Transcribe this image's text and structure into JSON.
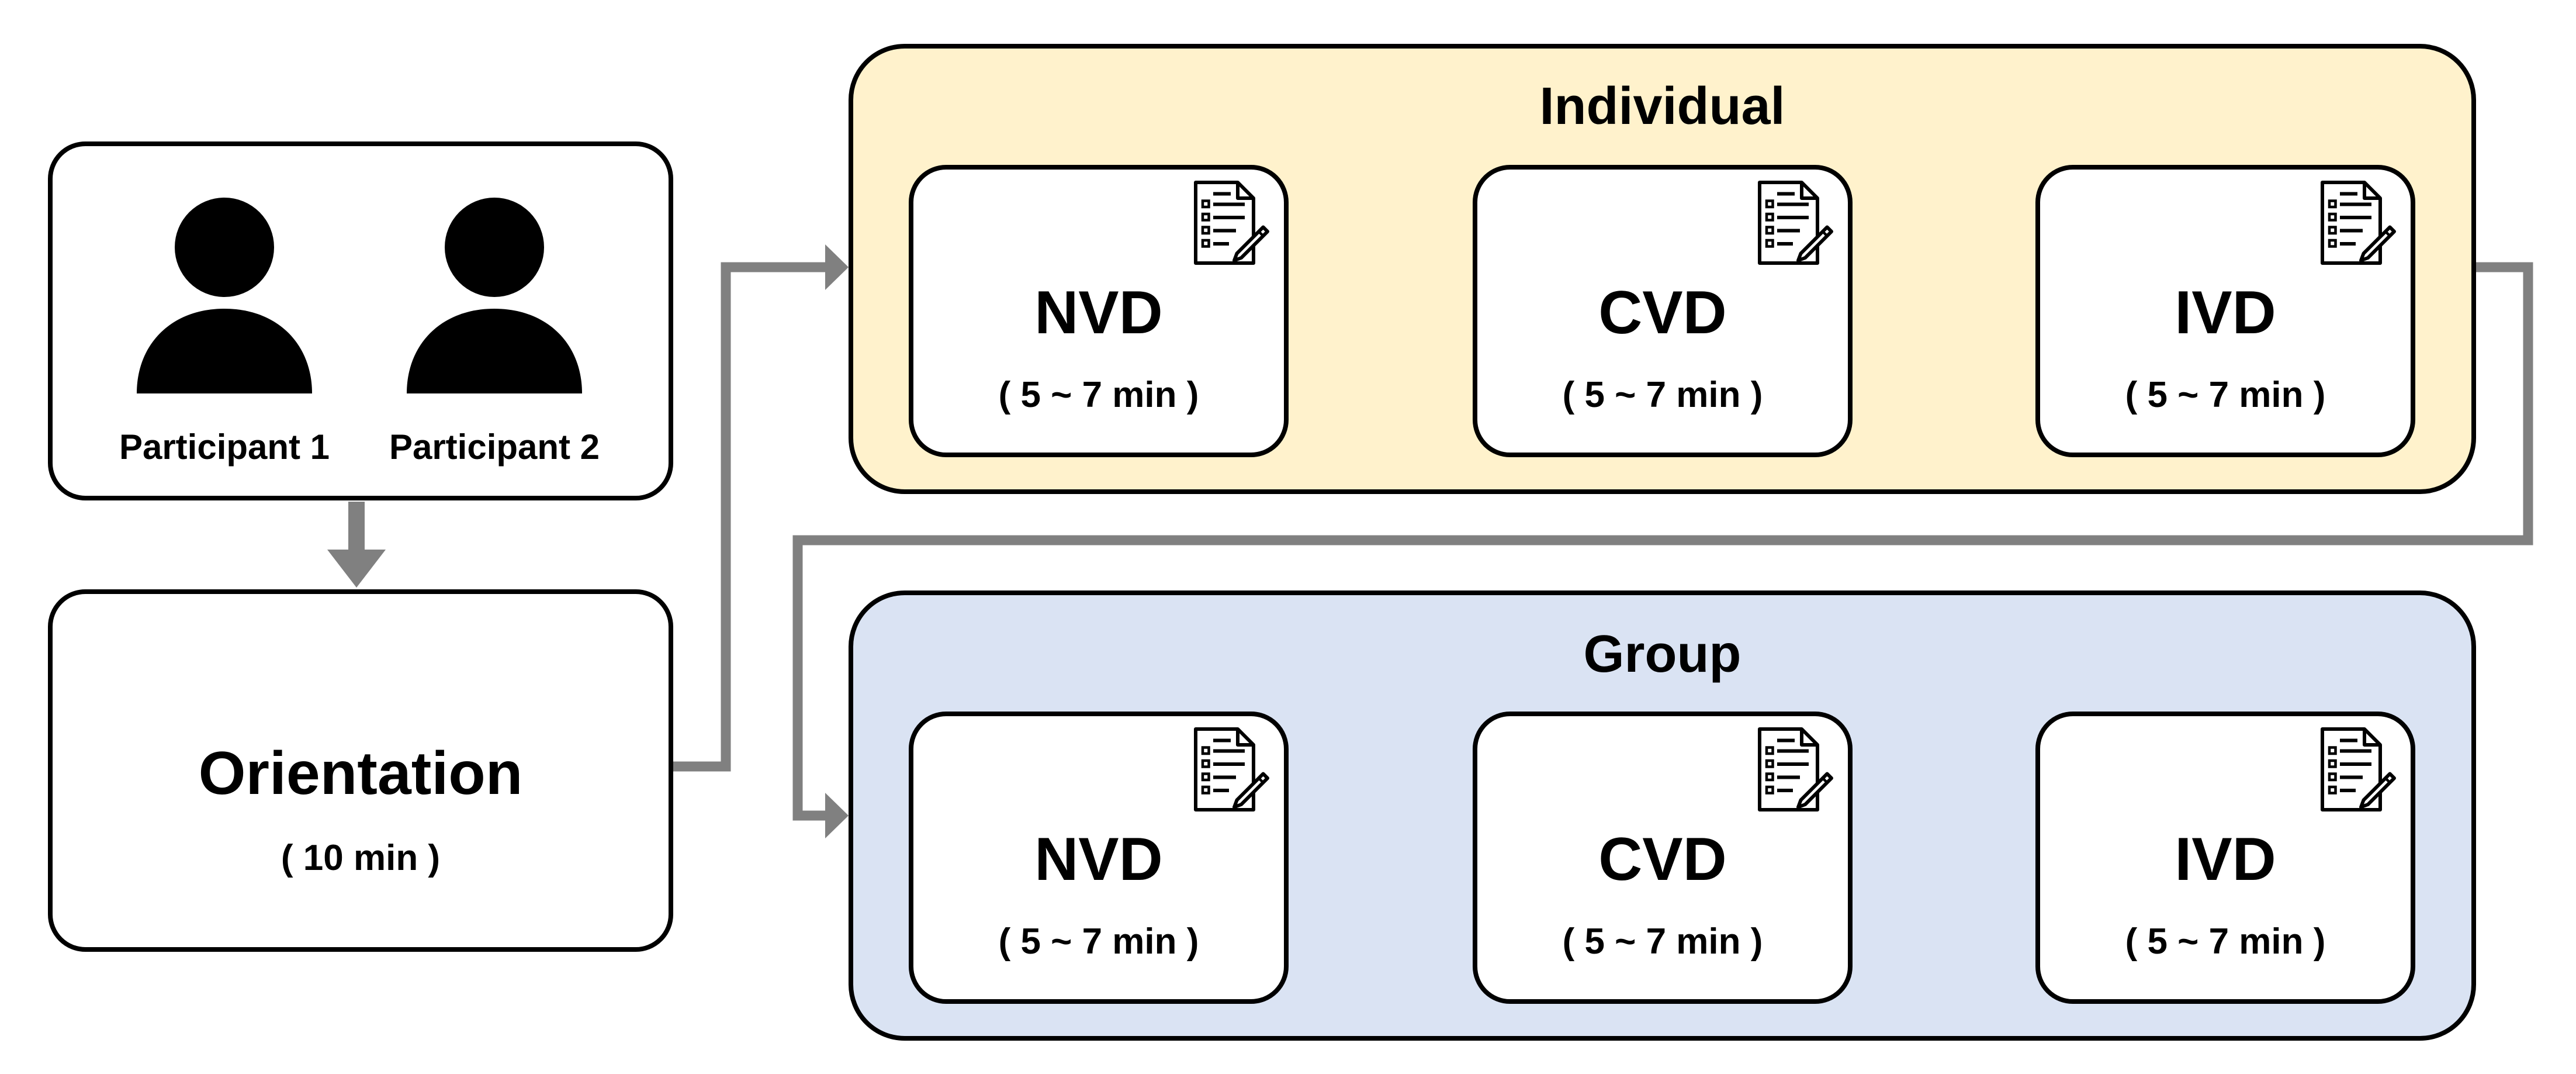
{
  "colors": {
    "individual_bg": "#FFF2CC",
    "group_bg": "#DAE3F3",
    "arrow": "#808080",
    "border": "#000000"
  },
  "participants": [
    "Participant 1",
    "Participant 2"
  ],
  "orientation": {
    "title": "Orientation",
    "duration": "( 10 min )"
  },
  "individual": {
    "title": "Individual",
    "steps": [
      {
        "name": "NVD",
        "duration": "( 5 ~ 7 min )",
        "icon": "document-checklist-pen-icon"
      },
      {
        "name": "CVD",
        "duration": "( 5 ~ 7 min )",
        "icon": "document-checklist-pen-icon"
      },
      {
        "name": "IVD",
        "duration": "( 5 ~ 7 min )",
        "icon": "document-checklist-pen-icon"
      }
    ]
  },
  "group": {
    "title": "Group",
    "steps": [
      {
        "name": "NVD",
        "duration": "( 5 ~ 7 min )",
        "icon": "document-checklist-pen-icon"
      },
      {
        "name": "CVD",
        "duration": "( 5 ~ 7 min )",
        "icon": "document-checklist-pen-icon"
      },
      {
        "name": "IVD",
        "duration": "( 5 ~ 7 min )",
        "icon": "document-checklist-pen-icon"
      }
    ]
  }
}
